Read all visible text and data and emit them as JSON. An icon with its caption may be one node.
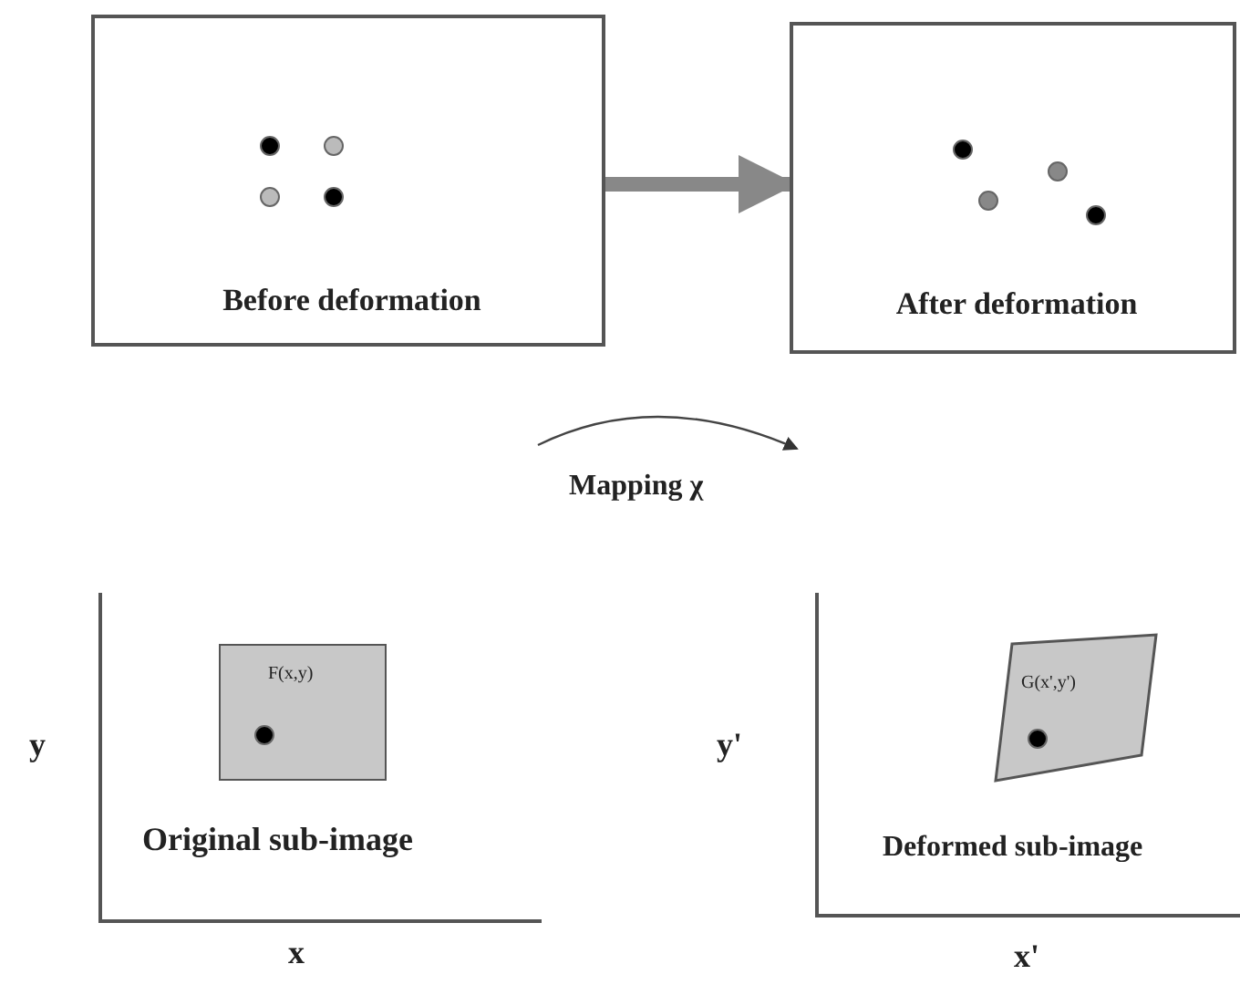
{
  "diagram": {
    "nodes": [
      {
        "text": [
          "Before deformation"
        ]
      },
      {
        "text": [
          "After deformation"
        ]
      },
      {
        "text": [
          "F(x,y)"
        ]
      },
      {
        "text": [
          "G(x',y')"
        ]
      }
    ],
    "edges": [
      {
        "from": 0,
        "to": 1,
        "arrow": "to"
      }
    ],
    "labels": [
      "Mapping χ",
      "y",
      "Original sub-image",
      "x",
      "y'",
      "Deformed sub-image",
      "x'"
    ]
  }
}
